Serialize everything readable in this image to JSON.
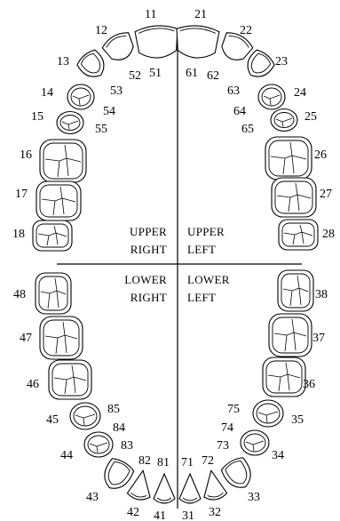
{
  "quadrants": {
    "upper_right": [
      "UPPER",
      "RIGHT"
    ],
    "upper_left": [
      "UPPER",
      "LEFT"
    ],
    "lower_right": [
      "LOWER",
      "RIGHT"
    ],
    "lower_left": [
      "LOWER",
      "LEFT"
    ]
  },
  "teeth": {
    "permanent": [
      "11",
      "12",
      "13",
      "14",
      "15",
      "16",
      "17",
      "18",
      "21",
      "22",
      "23",
      "24",
      "25",
      "26",
      "27",
      "28",
      "31",
      "32",
      "33",
      "34",
      "35",
      "36",
      "37",
      "38",
      "41",
      "42",
      "43",
      "44",
      "45",
      "46",
      "47",
      "48"
    ],
    "primary": [
      "51",
      "52",
      "53",
      "54",
      "55",
      "61",
      "62",
      "63",
      "64",
      "65",
      "71",
      "72",
      "73",
      "74",
      "75",
      "81",
      "82",
      "83",
      "84",
      "85"
    ]
  }
}
